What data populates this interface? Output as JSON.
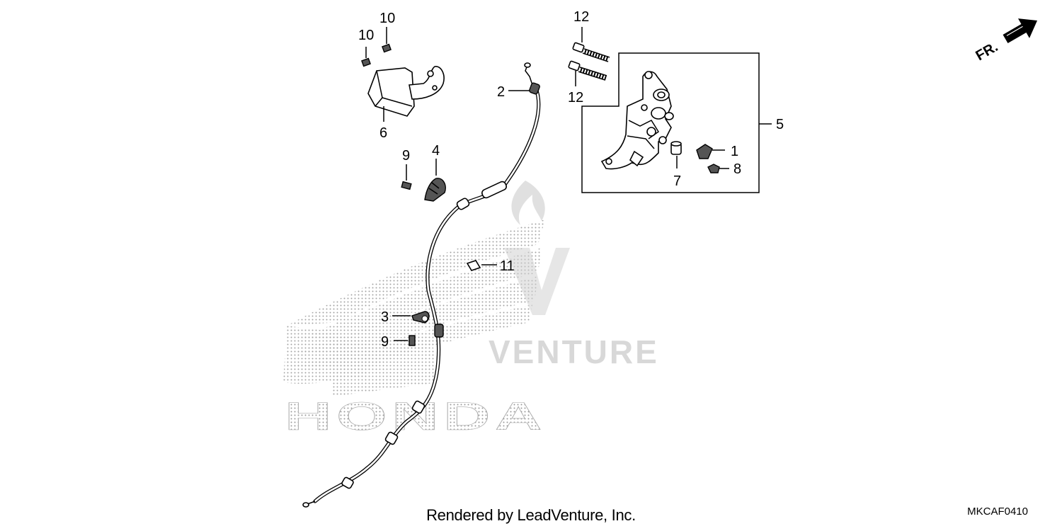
{
  "watermark": {
    "brand_text": "HONDA",
    "provider_text": "VENTURE"
  },
  "orientation": {
    "label": "FR."
  },
  "callouts": {
    "c1": "1",
    "c2": "2",
    "c3": "3",
    "c4": "4",
    "c5": "5",
    "c6": "6",
    "c7": "7",
    "c8": "8",
    "c9a": "9",
    "c9b": "9",
    "c10a": "10",
    "c10b": "10",
    "c11": "11",
    "c12a": "12",
    "c12b": "12"
  },
  "footer": {
    "credit": "Rendered by LeadVenture, Inc.",
    "diagram_code": "MKCAF0410"
  },
  "colors": {
    "line": "#000000",
    "watermark": "#c8c8c8",
    "background": "#ffffff"
  }
}
